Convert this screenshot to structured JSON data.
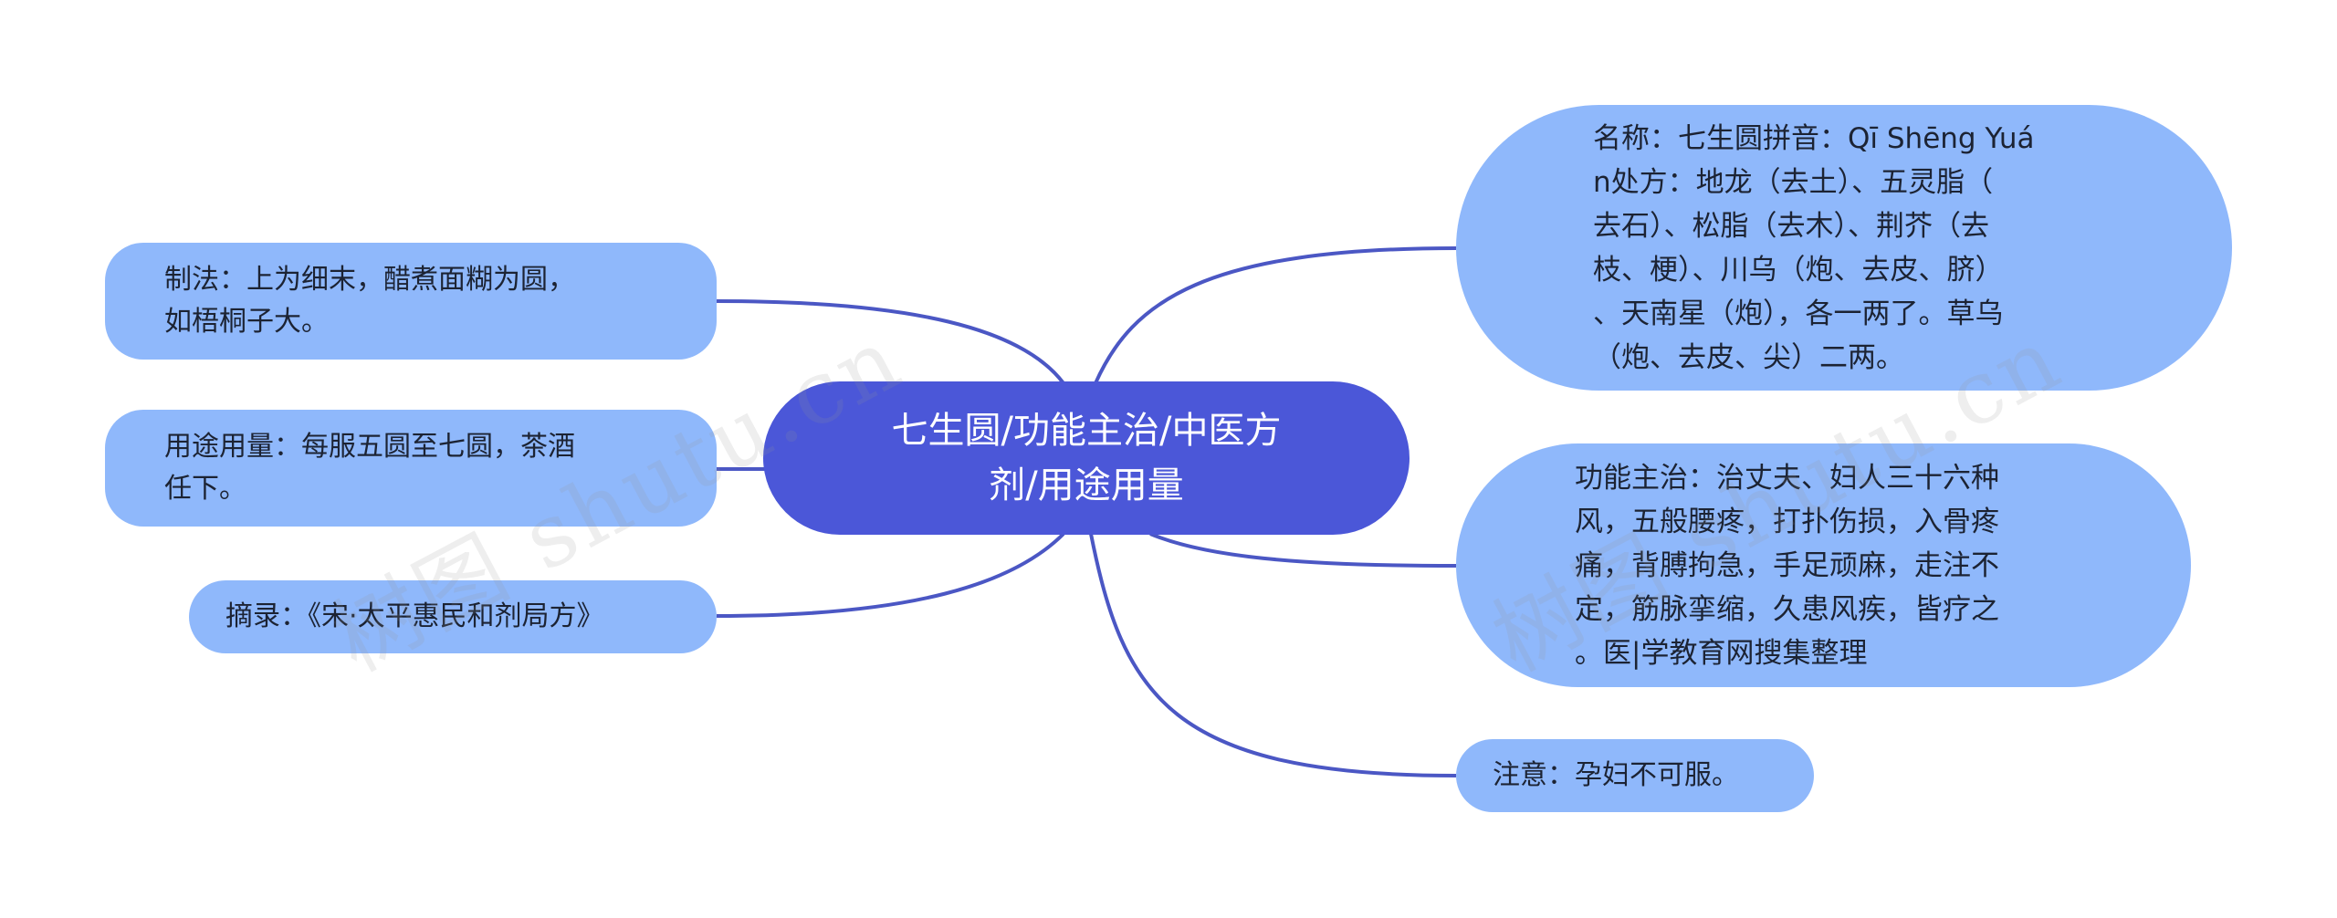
{
  "center": {
    "label": "七生圆/功能主治/中医方\n剂/用途用量"
  },
  "left_nodes": [
    {
      "id": "zhifa",
      "text": "制法：上为细末，醋煮面糊为圆，\n如梧桐子大。"
    },
    {
      "id": "yongtu",
      "text": "用途用量：每服五圆至七圆，茶酒\n任下。"
    },
    {
      "id": "zhailu",
      "text": "摘录：《宋·太平惠民和剂局方》"
    }
  ],
  "right_nodes": [
    {
      "id": "mingcheng",
      "text": "名称：七生圆拼音：Qī Shēng Yuá\nn处方：地龙（去土）、五灵脂（\n去石）、松脂（去木）、荆芥（去\n枝、梗）、川乌（炮、去皮、脐）\n、天南星（炮），各一两了。草乌\n（炮、去皮、尖）二两。"
    },
    {
      "id": "gongneng",
      "text": "功能主治：治丈夫、妇人三十六种\n风，五般腰疼，打扑伤损，入骨疼\n痛，背膊拘急，手足顽麻，走注不\n定，筋脉挛缩，久患风疾，皆疗之\n。医|学教育网搜集整理"
    },
    {
      "id": "zhuyi",
      "text": "注意：孕妇不可服。"
    }
  ],
  "watermark": {
    "text": "树图 shutu.cn"
  },
  "colors": {
    "center": "#4b57d8",
    "node": "#8fb8fb",
    "edge": "#4b57c4"
  }
}
